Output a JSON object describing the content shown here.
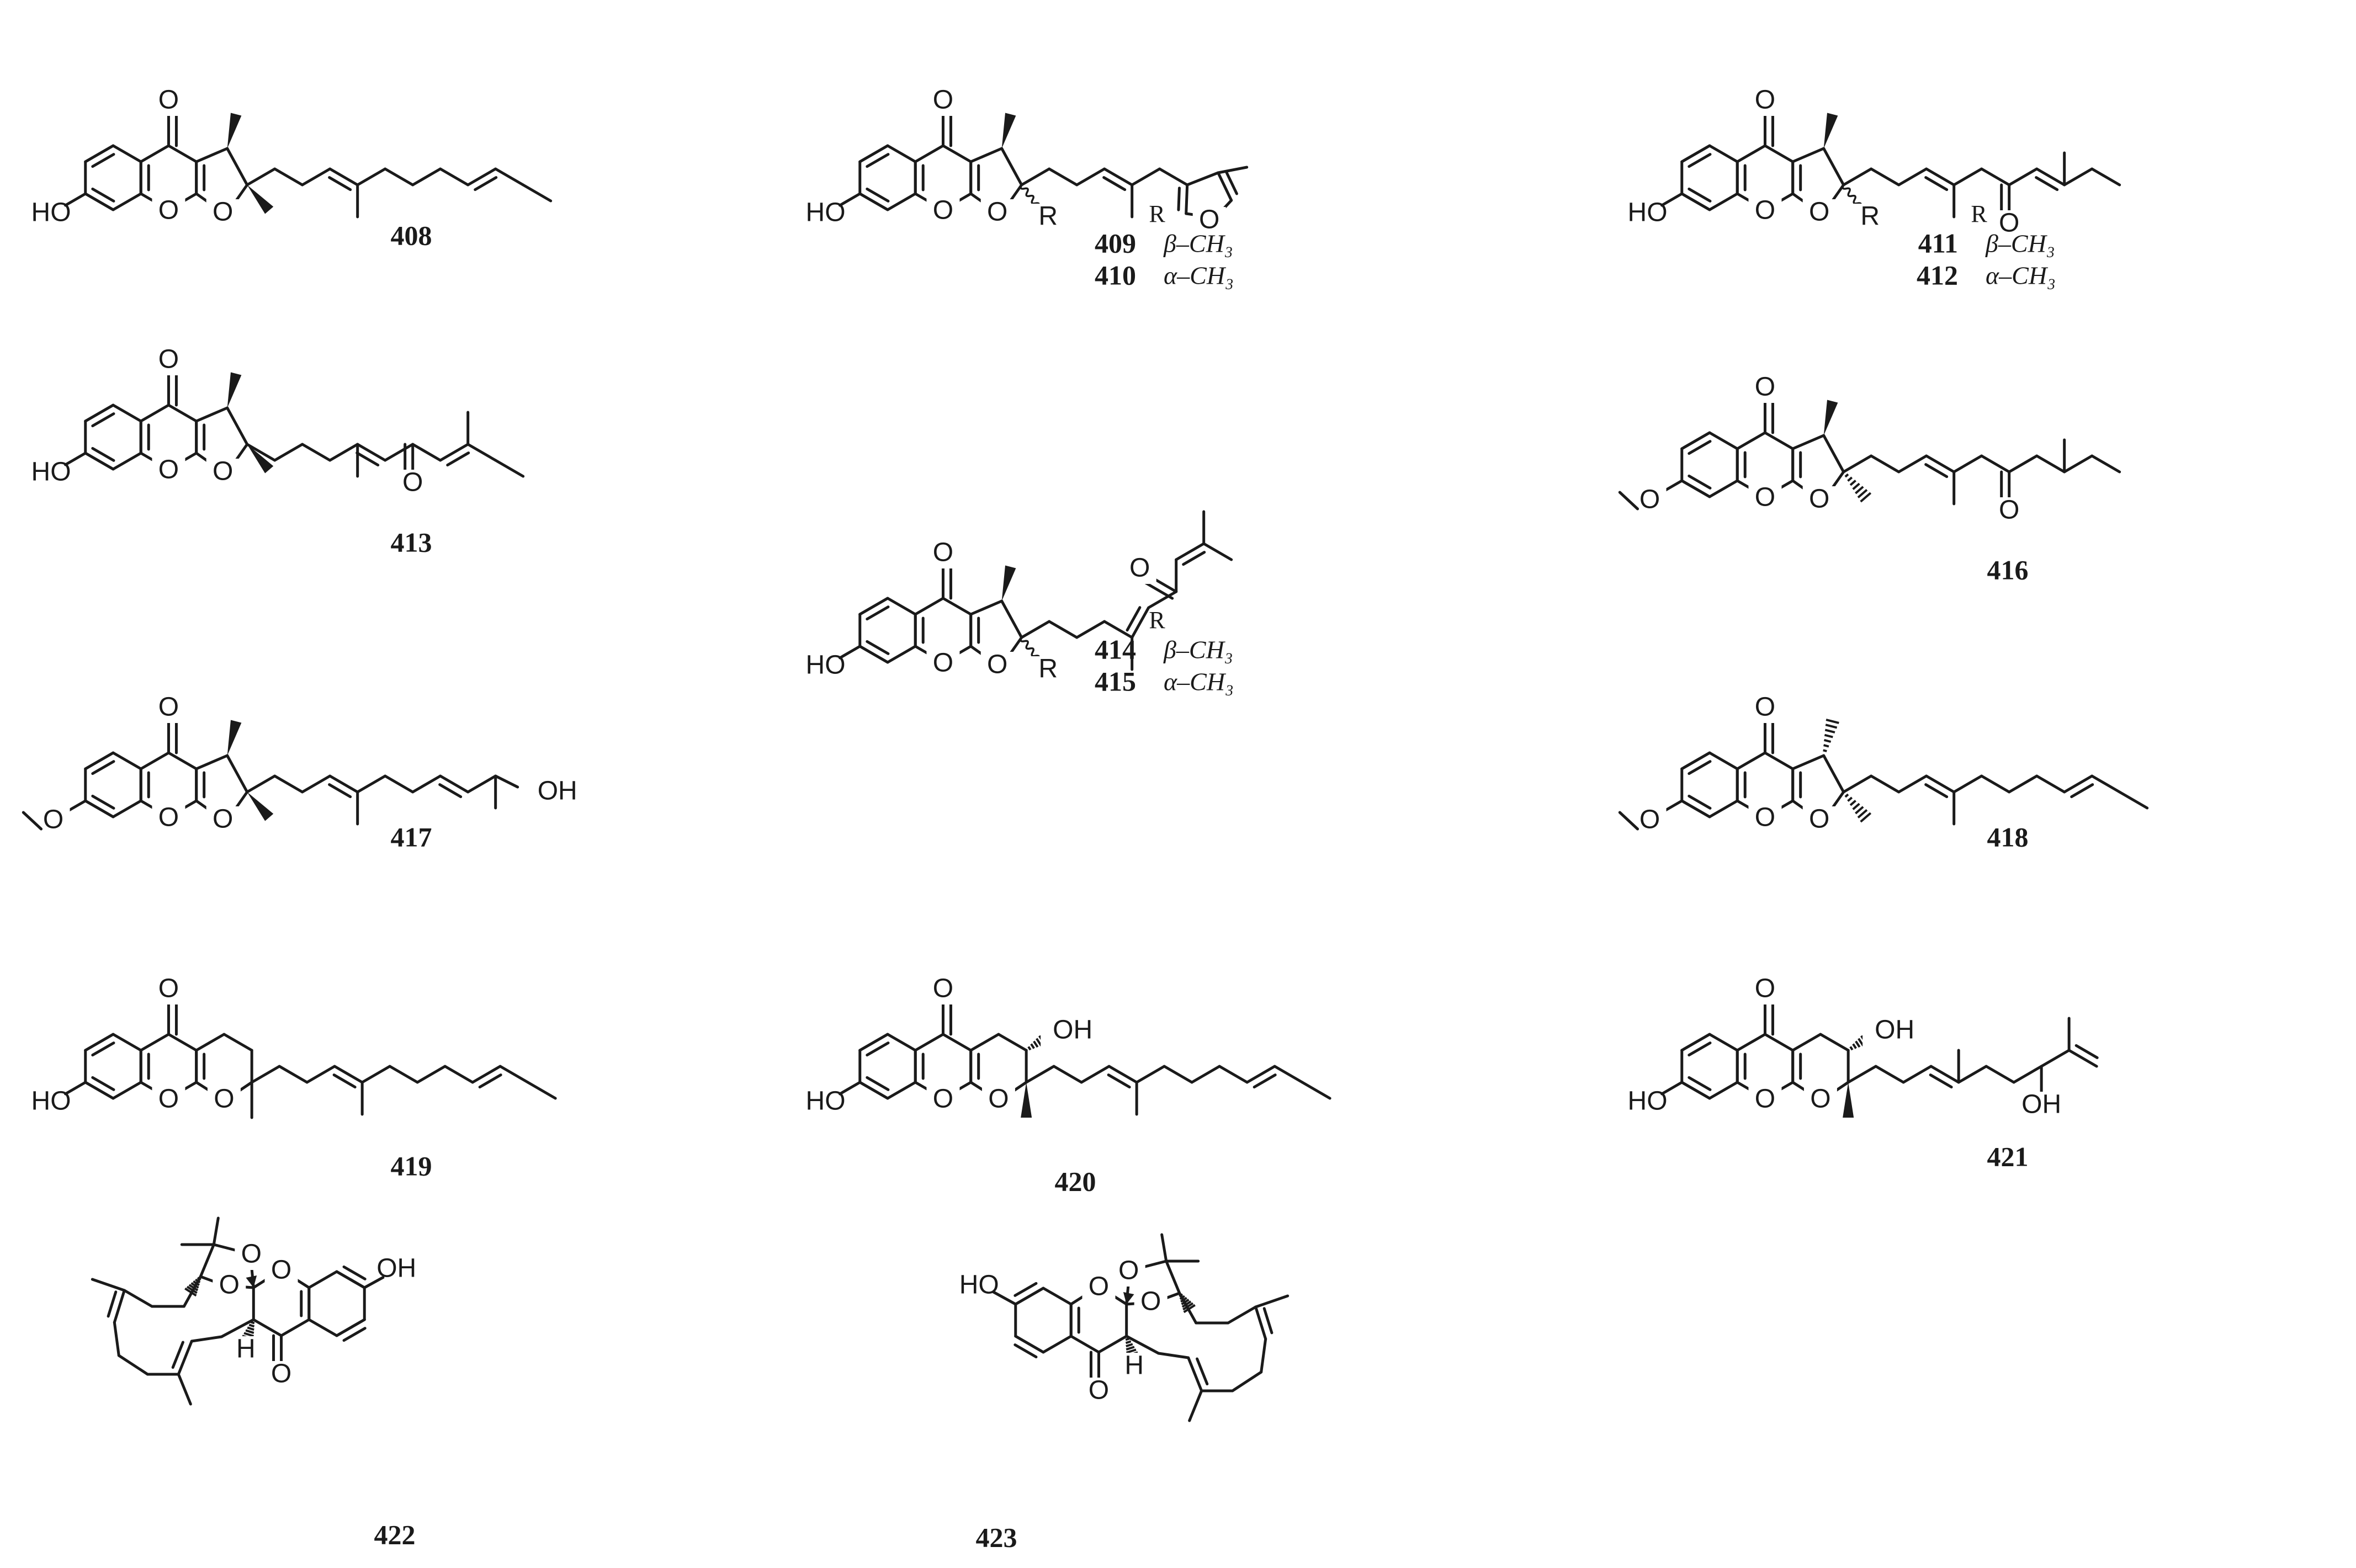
{
  "compounds": [
    {
      "id": "c408",
      "label": "408",
      "pos": [
        0.0,
        0.0
      ],
      "type": "furo",
      "ome": false,
      "me3": "wedge",
      "me2": "wedge",
      "chain": "geranyl",
      "r_variants": []
    },
    {
      "id": "c409",
      "label": "409",
      "pos": [
        0.0,
        0.0
      ],
      "type": "furo",
      "ome": false,
      "me3": "wedge",
      "me2": "R",
      "chain": "furan",
      "r_variants": [
        {
          "num": "409",
          "val": "β–CH₃"
        },
        {
          "num": "410",
          "val": "α–CH₃"
        }
      ]
    },
    {
      "id": "c411",
      "label": "411",
      "pos": [
        0.0,
        0.0
      ],
      "type": "furo",
      "ome": false,
      "me3": "wedge",
      "me2": "R",
      "chain": "keto",
      "r_variants": [
        {
          "num": "411",
          "val": "β–CH₃"
        },
        {
          "num": "412",
          "val": "α–CH₃"
        }
      ]
    },
    {
      "id": "c413",
      "label": "413",
      "pos": [
        0.0,
        0.0
      ],
      "type": "furo",
      "ome": false,
      "me3": "wedge",
      "me2": "wedge",
      "chain": "enone",
      "r_variants": []
    },
    {
      "id": "c414",
      "label": "414",
      "pos": [
        0.0,
        0.0
      ],
      "type": "furo",
      "ome": false,
      "me3": "wedge",
      "me2": "R",
      "chain": "zdienone",
      "r_variants": [
        {
          "num": "414",
          "val": "β–CH₃"
        },
        {
          "num": "415",
          "val": "α–CH₃"
        }
      ]
    },
    {
      "id": "c416",
      "label": "416",
      "pos": [
        0.0,
        0.0
      ],
      "type": "furo",
      "ome": true,
      "me3": "wedge",
      "me2": "hash",
      "chain": "ketoiso",
      "r_variants": []
    },
    {
      "id": "c417",
      "label": "417",
      "pos": [
        0.0,
        0.0
      ],
      "type": "furo",
      "ome": true,
      "me3": "wedge",
      "me2": "wedge",
      "chain": "hydroxy",
      "r_variants": []
    },
    {
      "id": "c418",
      "label": "418",
      "pos": [
        0.0,
        0.0
      ],
      "type": "furo",
      "ome": true,
      "me3": "hash",
      "me2": "hash",
      "chain": "geranyl",
      "r_variants": []
    },
    {
      "id": "c419",
      "label": "419",
      "pos": [
        0.0,
        0.0
      ],
      "type": "pyrano",
      "oh3": false,
      "me2": "plain",
      "chain": "geranyl",
      "r_variants": []
    },
    {
      "id": "c420",
      "label": "420",
      "pos": [
        0.0,
        0.0
      ],
      "type": "pyrano",
      "oh3": true,
      "me2": "wedge",
      "chain": "geranyl",
      "r_variants": []
    },
    {
      "id": "c421",
      "label": "421",
      "pos": [
        0.0,
        0.0
      ],
      "type": "pyrano",
      "oh3": true,
      "me2": "wedge",
      "chain": "allylOH",
      "r_variants": []
    },
    {
      "id": "c422",
      "label": "422",
      "pos": [
        0.0,
        0.0
      ],
      "type": "macro",
      "mirror": false,
      "r_variants": []
    },
    {
      "id": "c423",
      "label": "423",
      "pos": [
        0.0,
        0.0
      ],
      "type": "macro",
      "mirror": true,
      "r_variants": []
    }
  ],
  "atoms": {
    "o": "O",
    "ho": "HO",
    "oh": "OH",
    "r": "R",
    "h": "H"
  },
  "r_header": "R"
}
